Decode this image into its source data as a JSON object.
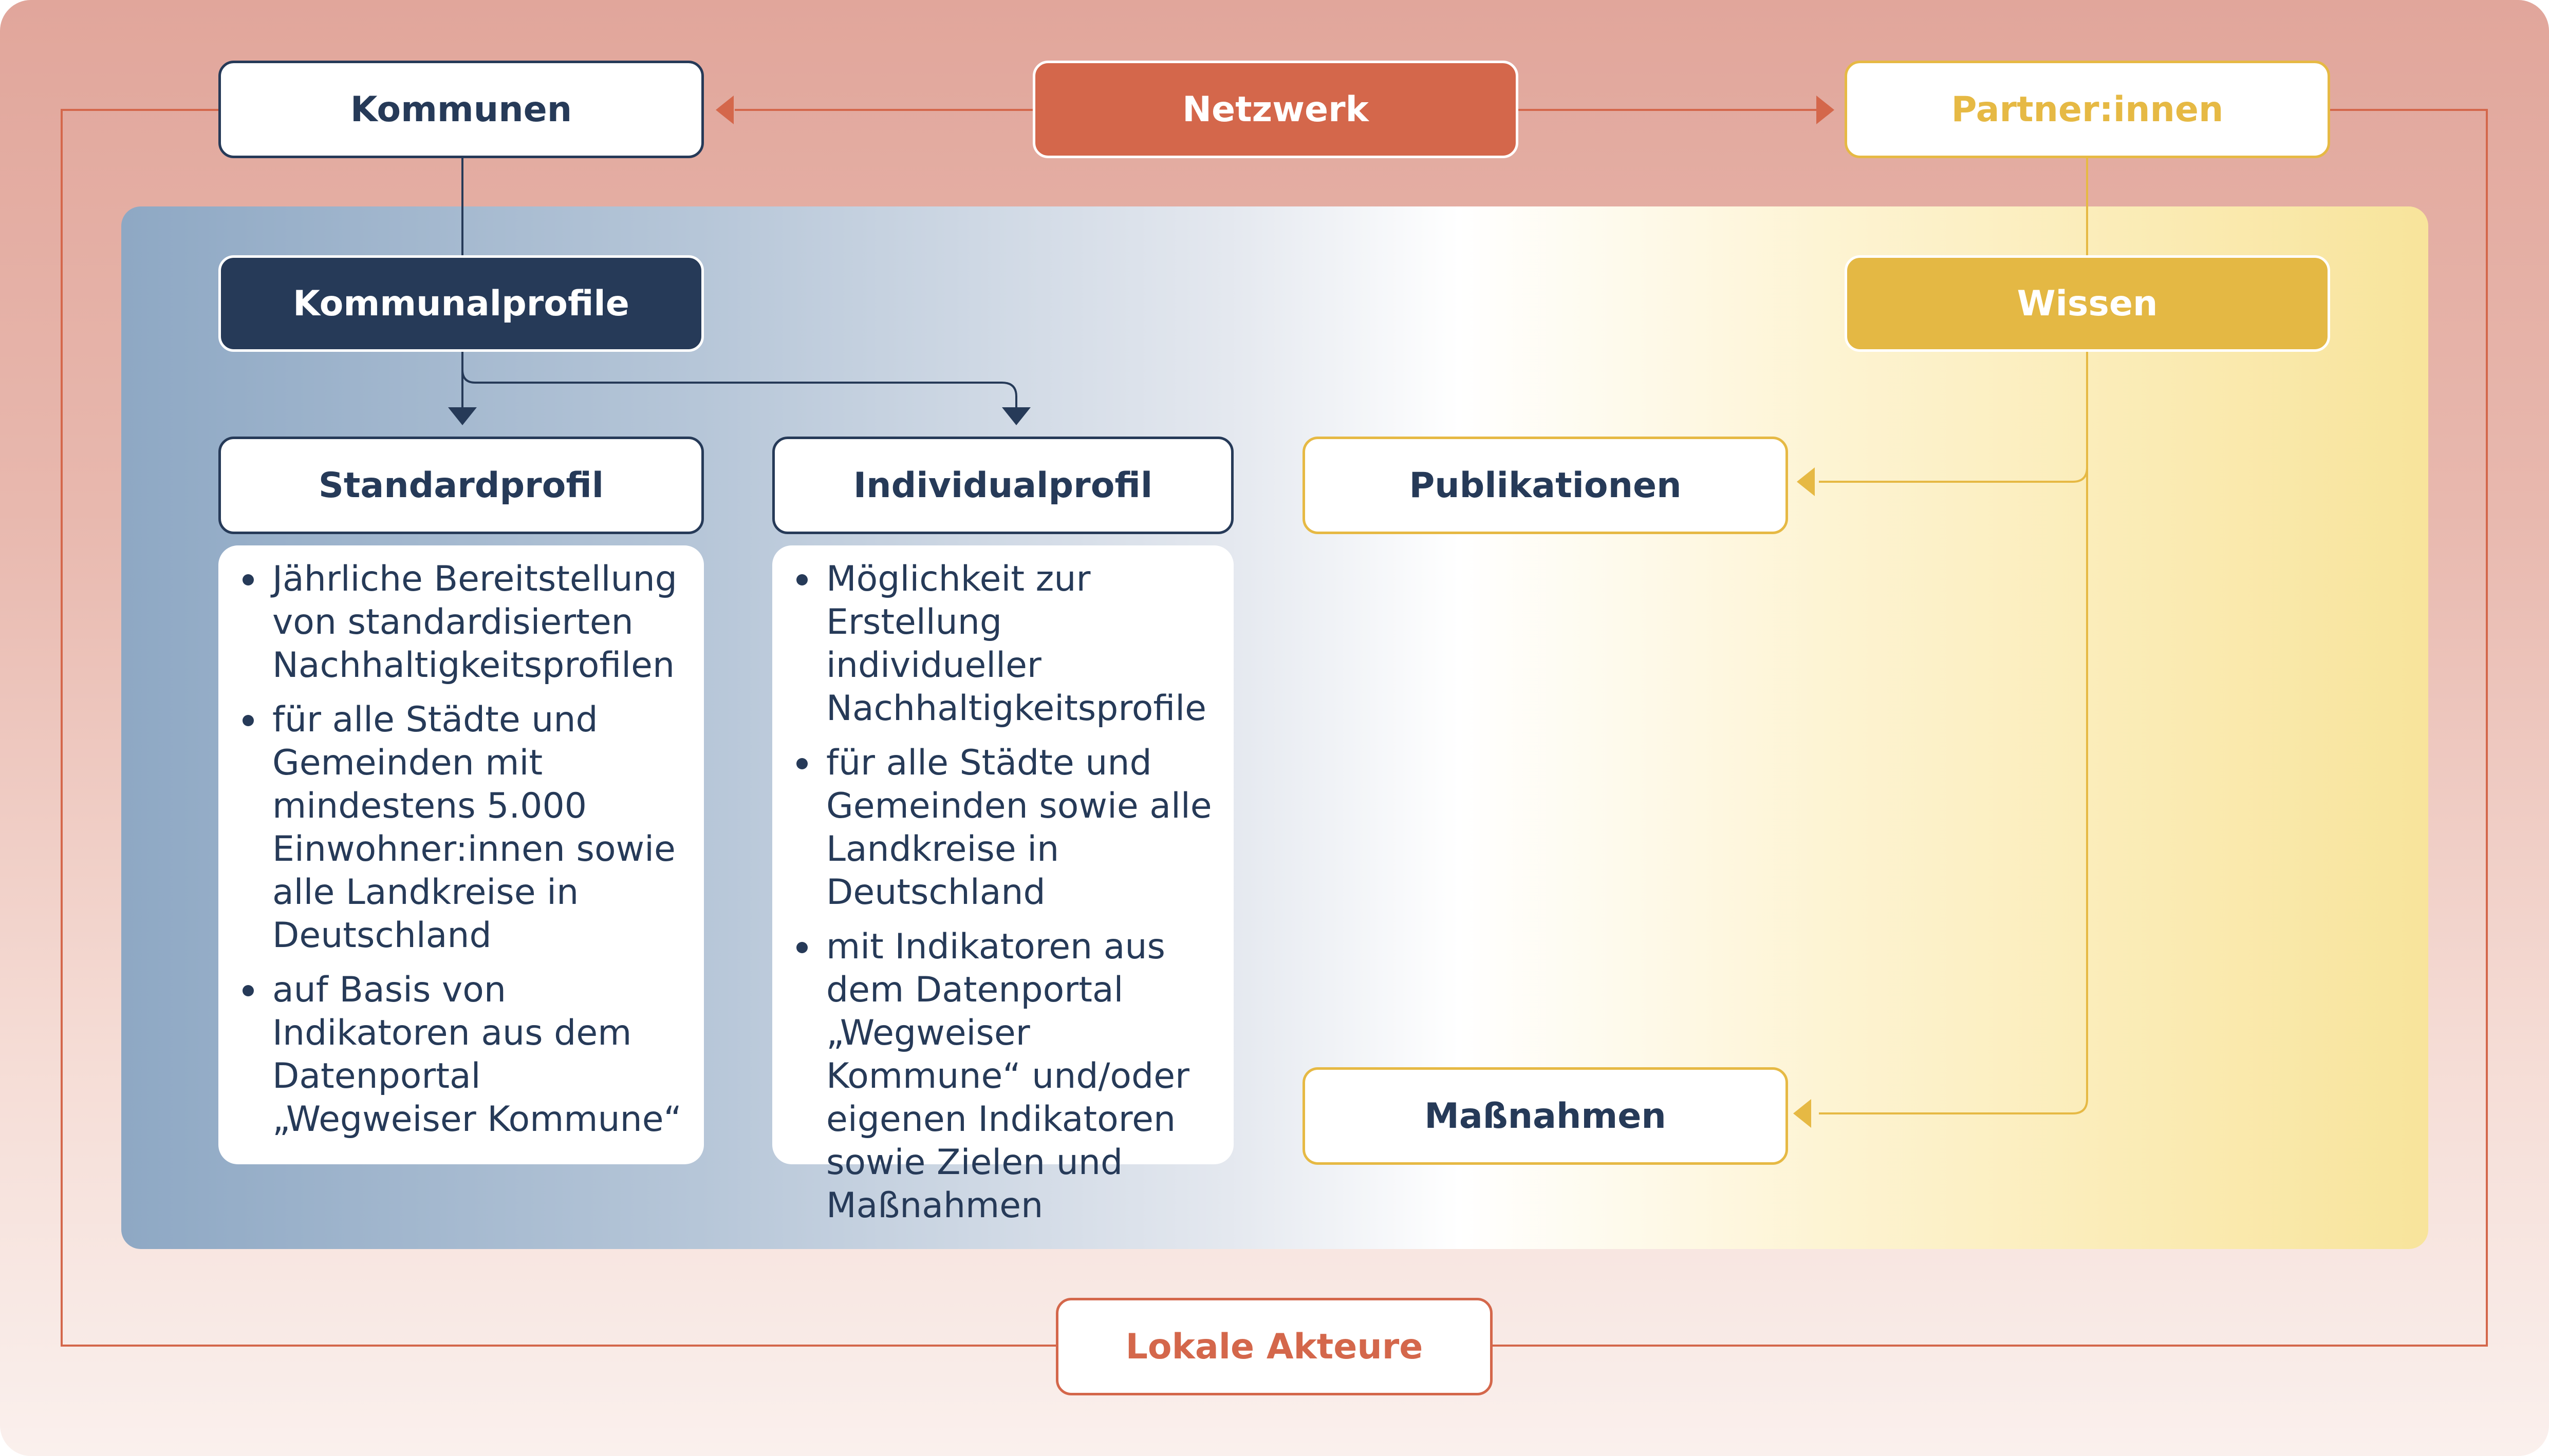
{
  "diagram": {
    "network": "Netzwerk",
    "communities": "Kommunen",
    "partners": "Partner:innen",
    "community_profiles": "Kommunalprofile",
    "knowledge": "Wissen",
    "standard_profile": {
      "title": "Standardprofil",
      "bullets": [
        "Jährliche Bereitstellung von standardisierten Nachhaltigkeitsprofilen",
        "für alle Städte und Gemeinden mit mindestens 5.000 Einwohner:innen sowie alle Landkreise in Deutschland",
        "auf Basis von Indikatoren aus dem Datenportal „Wegweiser Kommune“"
      ]
    },
    "individual_profile": {
      "title": "Individualprofil",
      "bullets": [
        "Möglichkeit zur Erstellung individueller Nachhaltigkeitsprofile",
        "für alle Städte und Gemeinden sowie alle Landkreise in Deutschland",
        "mit Indikatoren aus dem Datenportal „Wegweiser Kommune“ und/oder eigenen Indikatoren sowie Zielen und Maßnahmen"
      ]
    },
    "publications": "Publikationen",
    "measures": "Maßnahmen",
    "local_actors": "Lokale Akteure"
  },
  "colors": {
    "navy": "#263a58",
    "red": "#d4674b",
    "gold": "#e6b944"
  }
}
